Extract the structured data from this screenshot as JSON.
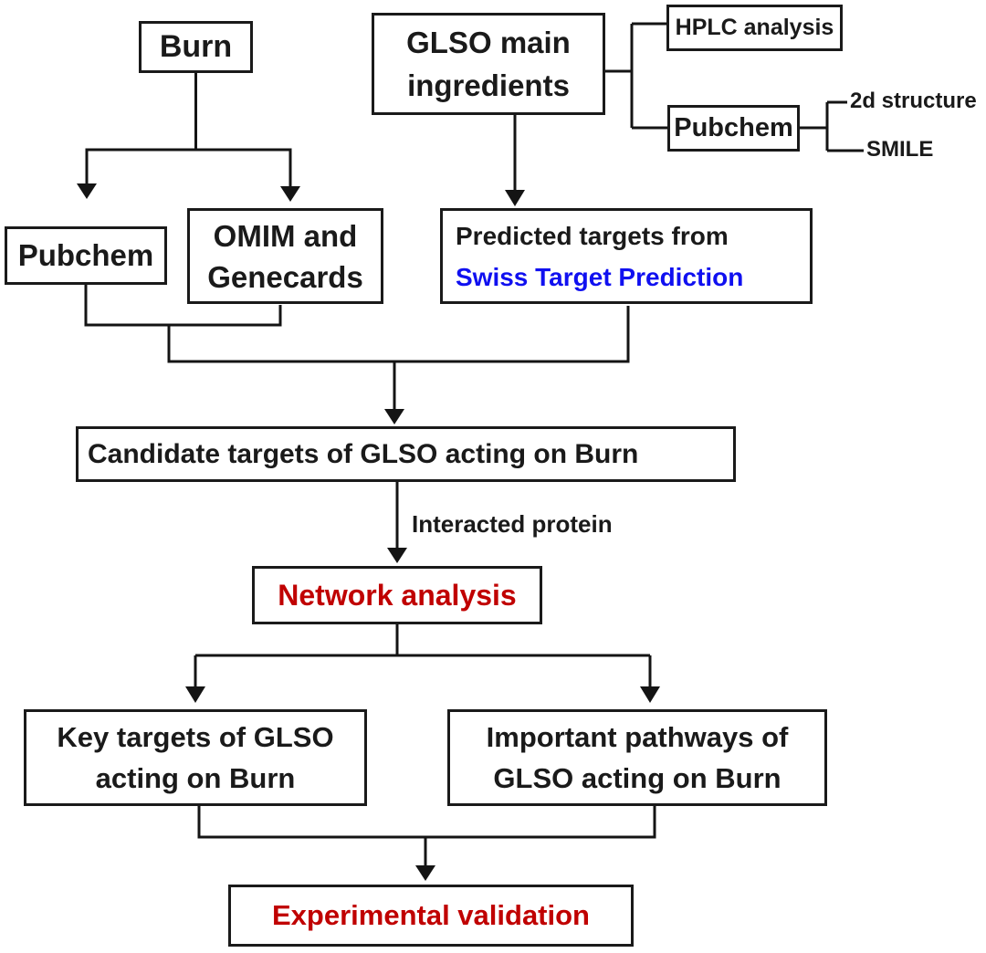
{
  "colors": {
    "ink": "#1a1a1a",
    "line": "#141414",
    "accent_blue": "#1010f0",
    "accent_red": "#c00000",
    "background": "#ffffff"
  },
  "nodes": {
    "burn": {
      "label": "Burn"
    },
    "glso_main": {
      "line1": "GLSO main",
      "line2": "ingredients"
    },
    "hplc": {
      "label": "HPLC analysis"
    },
    "pubchem_compound": {
      "label": "Pubchem"
    },
    "structure_2d": {
      "label": "2d structure"
    },
    "smile": {
      "label": "SMILE"
    },
    "pubchem_disease": {
      "label": "Pubchem"
    },
    "omim": {
      "line1": "OMIM and",
      "line2": "Genecards"
    },
    "predicted": {
      "line1": "Predicted targets from",
      "line2": "Swiss Target Prediction"
    },
    "candidate": {
      "label": "Candidate targets of GLSO acting on Burn"
    },
    "interacted": {
      "label": "Interacted protein"
    },
    "network": {
      "label": "Network analysis"
    },
    "key_targets": {
      "line1": "Key targets of GLSO",
      "line2": "acting on Burn"
    },
    "important_pathways": {
      "line1": "Important pathways of",
      "line2": "GLSO acting on Burn"
    },
    "experimental": {
      "label": "Experimental validation"
    }
  }
}
